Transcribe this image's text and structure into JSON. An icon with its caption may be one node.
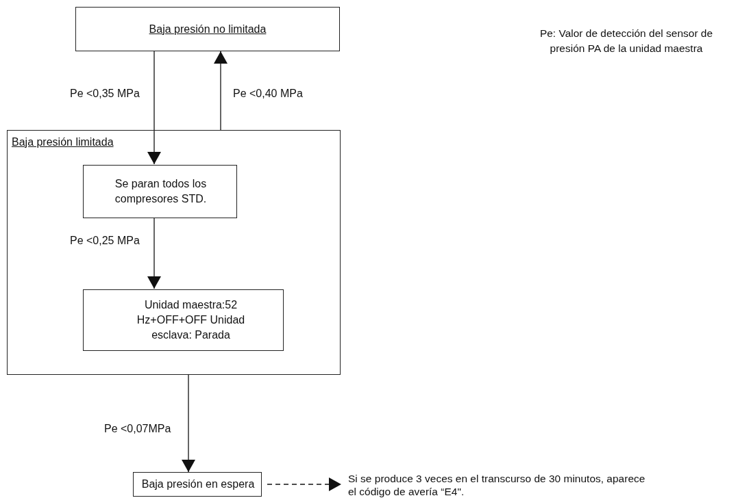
{
  "diagram": {
    "nodes": [
      {
        "text": [
          "Baja presión no limitada"
        ]
      },
      {
        "text": [
          "Baja presión limitada"
        ]
      },
      {
        "text": [
          "Se paran todos los compresores STD."
        ],
        "in": 1
      },
      {
        "text": [
          "Unidad maestra:52 Hz+OFF+OFF Unidad esclava: Parada"
        ],
        "in": 1
      },
      {
        "text": [
          "Baja presión en espera"
        ]
      },
      {
        "text": [
          "Si se produce 3 veces en el transcurso de 30 minutos, aparece el código de avería “E4\"."
        ]
      }
    ],
    "edges": [
      {
        "from": 0,
        "to": 2,
        "arrow": "to",
        "label": "Pe <0,35 MPa"
      },
      {
        "from": 1,
        "to": 0,
        "arrow": "to",
        "label": "Pe <0,40 MPa"
      },
      {
        "from": 2,
        "to": 3,
        "arrow": "to",
        "label": "Pe <0,25 MPa"
      },
      {
        "from": 1,
        "to": 4,
        "arrow": "to",
        "label": "Pe <0,07MPa"
      },
      {
        "from": 4,
        "to": 5,
        "arrow": "to",
        "style": "dashed"
      }
    ],
    "labels": [
      "Pe: Valor de detección del sensor de presión PA de la unidad maestra"
    ]
  }
}
